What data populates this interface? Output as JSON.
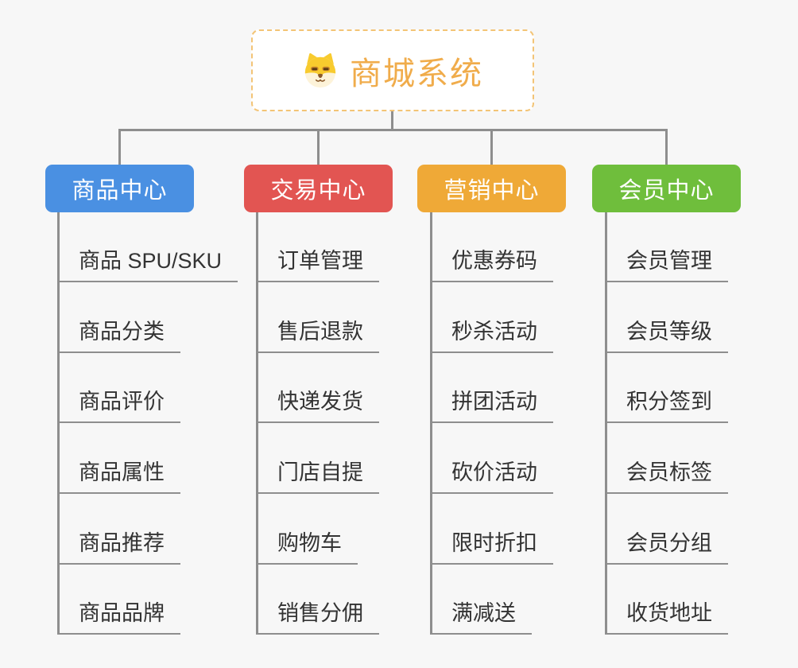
{
  "root": {
    "title": "商城系统",
    "icon": "shiba-dog-icon",
    "accent_color": "#f0ac4b",
    "border_color": "#f3c476"
  },
  "colors": {
    "background": "#f7f7f7",
    "connector": "#8e8e8e",
    "item_text": "#333333"
  },
  "branches": [
    {
      "label": "商品中心",
      "color": "#4a90e2",
      "children": [
        "商品 SPU/SKU",
        "商品分类",
        "商品评价",
        "商品属性",
        "商品推荐",
        "商品品牌"
      ]
    },
    {
      "label": "交易中心",
      "color": "#e25552",
      "children": [
        "订单管理",
        "售后退款",
        "快递发货",
        "门店自提",
        "购物车",
        "销售分佣"
      ]
    },
    {
      "label": "营销中心",
      "color": "#efa937",
      "children": [
        "优惠券码",
        "秒杀活动",
        "拼团活动",
        "砍价活动",
        "限时折扣",
        "满减送"
      ]
    },
    {
      "label": "会员中心",
      "color": "#6fbe3c",
      "children": [
        "会员管理",
        "会员等级",
        "积分签到",
        "会员标签",
        "会员分组",
        "收货地址"
      ]
    }
  ]
}
